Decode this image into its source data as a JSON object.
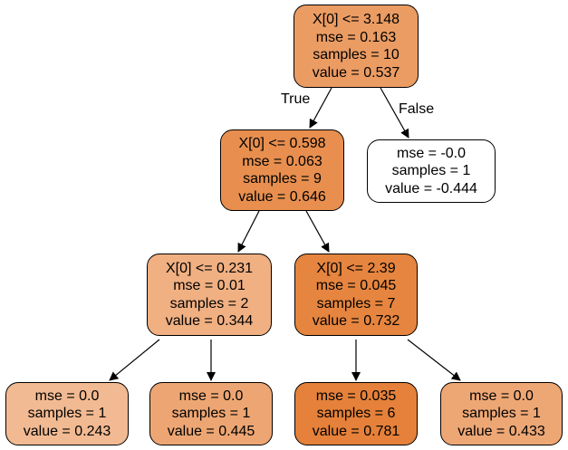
{
  "tree": {
    "nodes": [
      {
        "id": "n0",
        "lines": [
          "X[0] <= 3.148",
          "mse = 0.163",
          "samples = 10",
          "value = 0.537"
        ],
        "fill": "#eb9c63"
      },
      {
        "id": "n1",
        "lines": [
          "X[0] <= 0.598",
          "mse = 0.063",
          "samples = 9",
          "value = 0.646"
        ],
        "fill": "#e88f4f"
      },
      {
        "id": "n2",
        "lines": [
          "mse = -0.0",
          "samples = 1",
          "value = -0.444"
        ],
        "fill": "#ffffff"
      },
      {
        "id": "n3",
        "lines": [
          "X[0] <= 0.231",
          "mse = 0.01",
          "samples = 2",
          "value = 0.344"
        ],
        "fill": "#f0b082"
      },
      {
        "id": "n4",
        "lines": [
          "X[0] <= 2.39",
          "mse = 0.045",
          "samples = 7",
          "value = 0.732"
        ],
        "fill": "#e6853f"
      },
      {
        "id": "n5",
        "lines": [
          "mse = 0.0",
          "samples = 1",
          "value = 0.243"
        ],
        "fill": "#f2ba92"
      },
      {
        "id": "n6",
        "lines": [
          "mse = 0.0",
          "samples = 1",
          "value = 0.445"
        ],
        "fill": "#eda673"
      },
      {
        "id": "n7",
        "lines": [
          "mse = 0.035",
          "samples = 6",
          "value = 0.781"
        ],
        "fill": "#e5813a"
      },
      {
        "id": "n8",
        "lines": [
          "mse = 0.0",
          "samples = 1",
          "value = 0.433"
        ],
        "fill": "#eda775"
      }
    ],
    "edges": [
      {
        "from": "n0",
        "to": "n1",
        "label": "True"
      },
      {
        "from": "n0",
        "to": "n2",
        "label": "False"
      },
      {
        "from": "n1",
        "to": "n3",
        "label": ""
      },
      {
        "from": "n1",
        "to": "n4",
        "label": ""
      },
      {
        "from": "n3",
        "to": "n5",
        "label": ""
      },
      {
        "from": "n3",
        "to": "n6",
        "label": ""
      },
      {
        "from": "n4",
        "to": "n7",
        "label": ""
      },
      {
        "from": "n4",
        "to": "n8",
        "label": ""
      }
    ]
  }
}
